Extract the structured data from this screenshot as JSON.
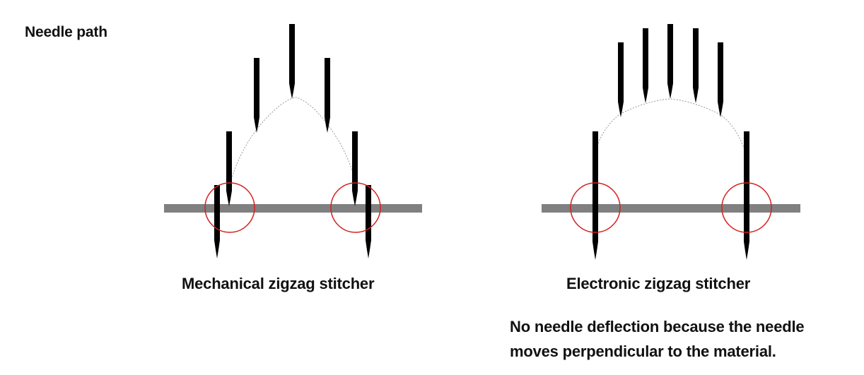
{
  "title": "Needle path",
  "mechanical": {
    "caption": "Mechanical zigzag stitcher"
  },
  "electronic": {
    "caption": "Electronic zigzag stitcher"
  },
  "note": {
    "line1": "No needle deflection because the needle",
    "line2": "moves perpendicular to the material."
  },
  "colors": {
    "needle": "#000000",
    "material": "#808080",
    "highlight_circle": "#d42020",
    "path": "#999999",
    "text": "#111111"
  }
}
